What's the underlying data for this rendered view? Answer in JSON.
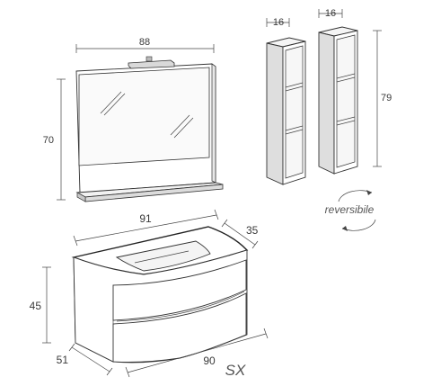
{
  "mirror": {
    "width_label": "88",
    "height_label": "70"
  },
  "columns": {
    "depth_label_left": "16",
    "depth_label_right": "16",
    "height_label": "79"
  },
  "reversible_label": "reversibile",
  "vanity": {
    "top_width_label": "91",
    "top_depth_label": "35",
    "height_label": "45",
    "depth_label": "51",
    "base_width_label": "90",
    "side_label": "SX"
  }
}
